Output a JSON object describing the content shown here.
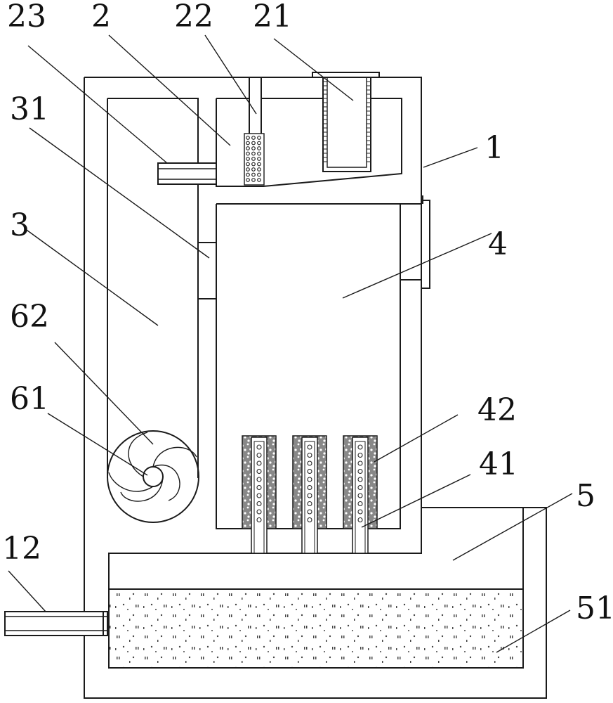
{
  "labels": {
    "l23": "23",
    "l2": "2",
    "l22": "22",
    "l21": "21",
    "l31": "31",
    "l1": "1",
    "l3": "3",
    "l4": "4",
    "l62": "62",
    "l61": "61",
    "l42": "42",
    "l41": "41",
    "l5": "5",
    "l12": "12",
    "l51": "51"
  }
}
